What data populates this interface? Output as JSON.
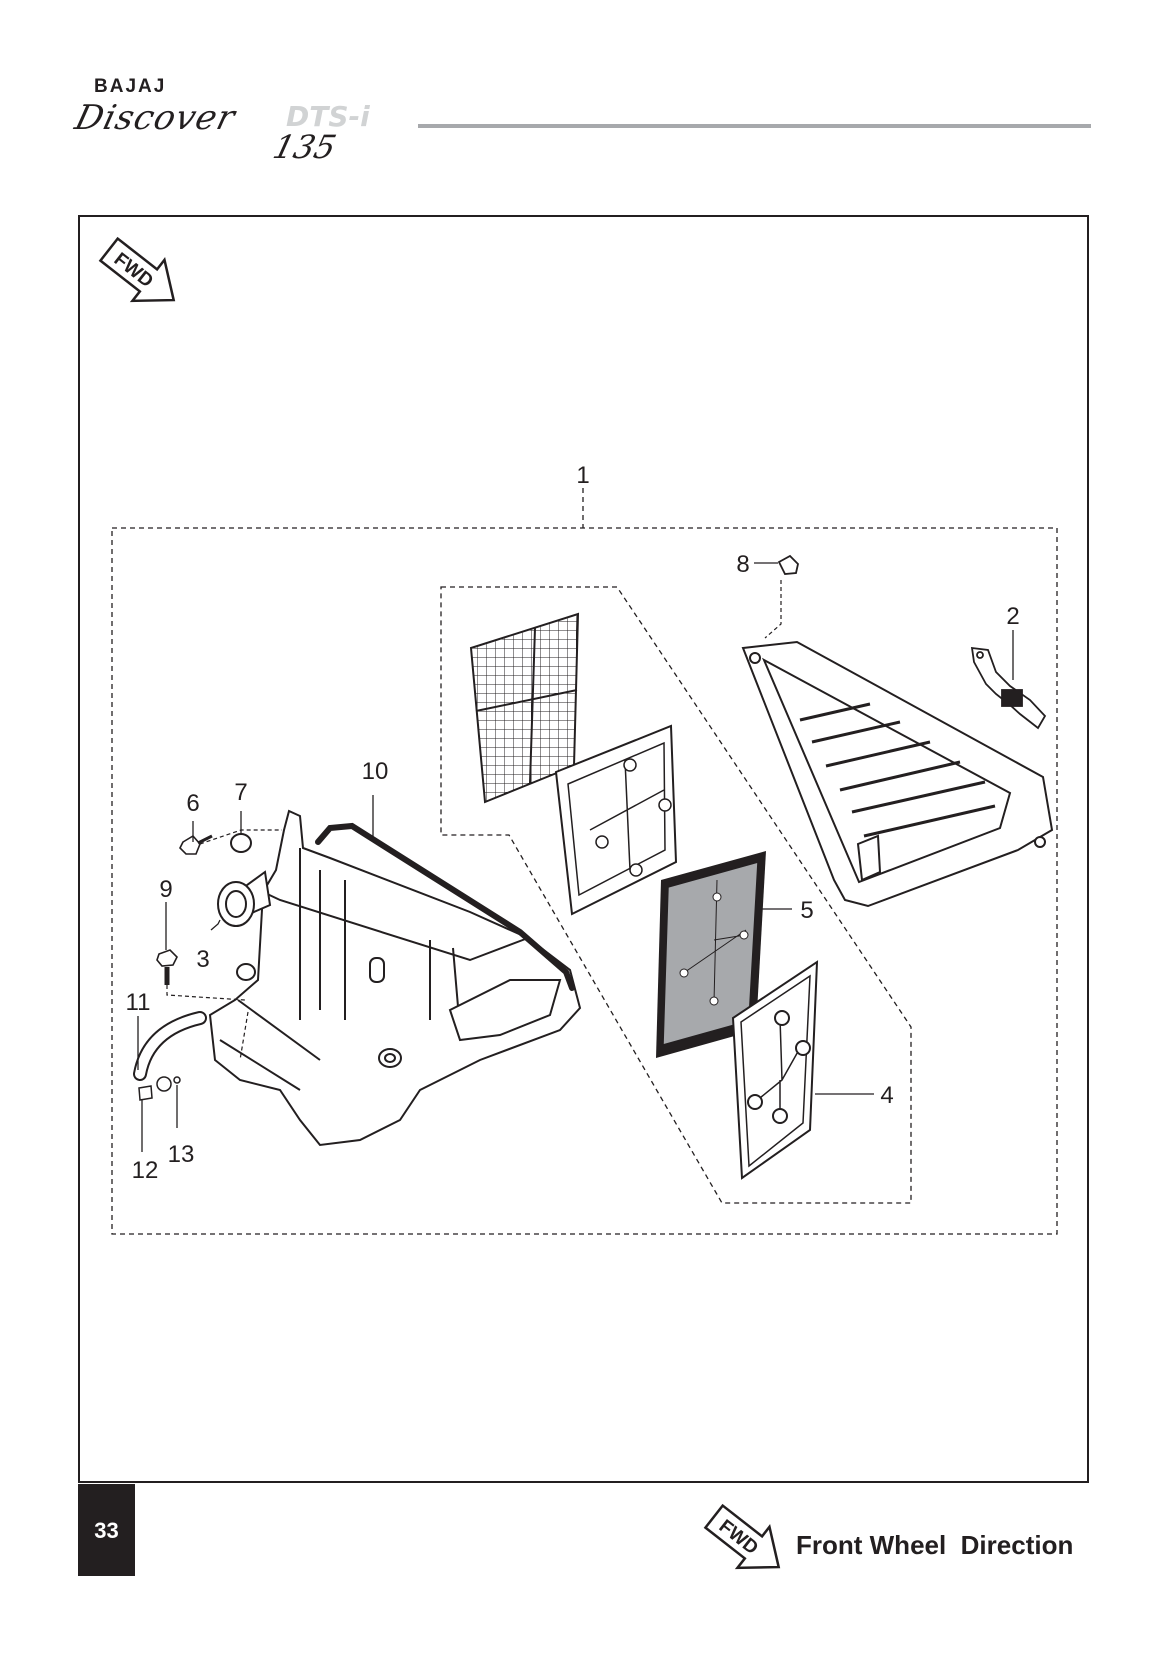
{
  "header": {
    "brand": "BAJAJ",
    "model": "Discover",
    "model_tag": "DTS-i",
    "model_number": "135"
  },
  "diagram": {
    "fwd_badge": "FWD",
    "callouts": [
      "1",
      "2",
      "3",
      "4",
      "5",
      "6",
      "7",
      "8",
      "9",
      "10",
      "11",
      "12",
      "13"
    ]
  },
  "footer": {
    "page_number": "33",
    "fwd_badge": "FWD",
    "legend": "Front Wheel  Direction"
  }
}
